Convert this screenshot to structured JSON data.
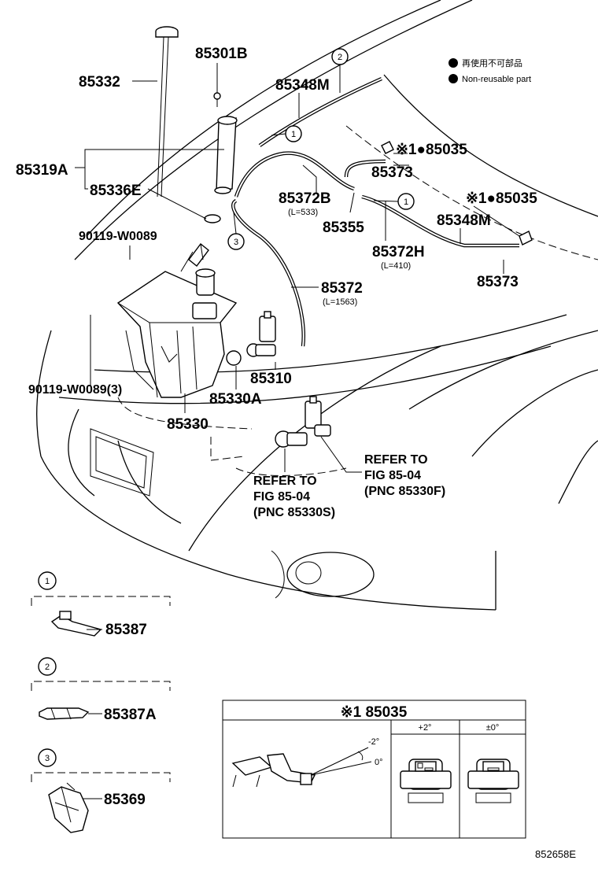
{
  "legend": {
    "jp": "再使用不可部品",
    "en": "Non-reusable part"
  },
  "parts": {
    "p85332": "85332",
    "p85301B": "85301B",
    "p85348M_top": "85348M",
    "p85319A": "85319A",
    "p85336E": "85336E",
    "p90119_top": "90119-W0089",
    "p90119_bottom": "90119-W0089(3)",
    "p85372B": "85372B",
    "p85372B_len": "(L=533)",
    "p85355": "85355",
    "p85373_a": "85373",
    "p85035_a": "※1●85035",
    "p85035_b": "※1●85035",
    "p85348M_right": "85348M",
    "p85372H": "85372H",
    "p85372H_len": "(L=410)",
    "p85373_b": "85373",
    "p85372": "85372",
    "p85372_len": "(L=1563)",
    "p85310": "85310",
    "p85330A": "85330A",
    "p85330": "85330"
  },
  "refs": {
    "refer_s": [
      "REFER TO",
      "FIG 85-04",
      "(PNC 85330S)"
    ],
    "refer_f": [
      "REFER TO",
      "FIG 85-04",
      "(PNC 85330F)"
    ]
  },
  "callouts": {
    "c1": "1",
    "c2": "2",
    "c3": "3"
  },
  "insets": [
    {
      "num": "1",
      "part": "85387"
    },
    {
      "num": "2",
      "part": "85387A"
    },
    {
      "num": "3",
      "part": "85369"
    }
  ],
  "detail_box": {
    "title": "※1 85035",
    "col_plus": "+2°",
    "col_zero": "±0°",
    "angle_neg": "-2°",
    "angle_zero": "0°"
  },
  "figure_id": "852658E"
}
